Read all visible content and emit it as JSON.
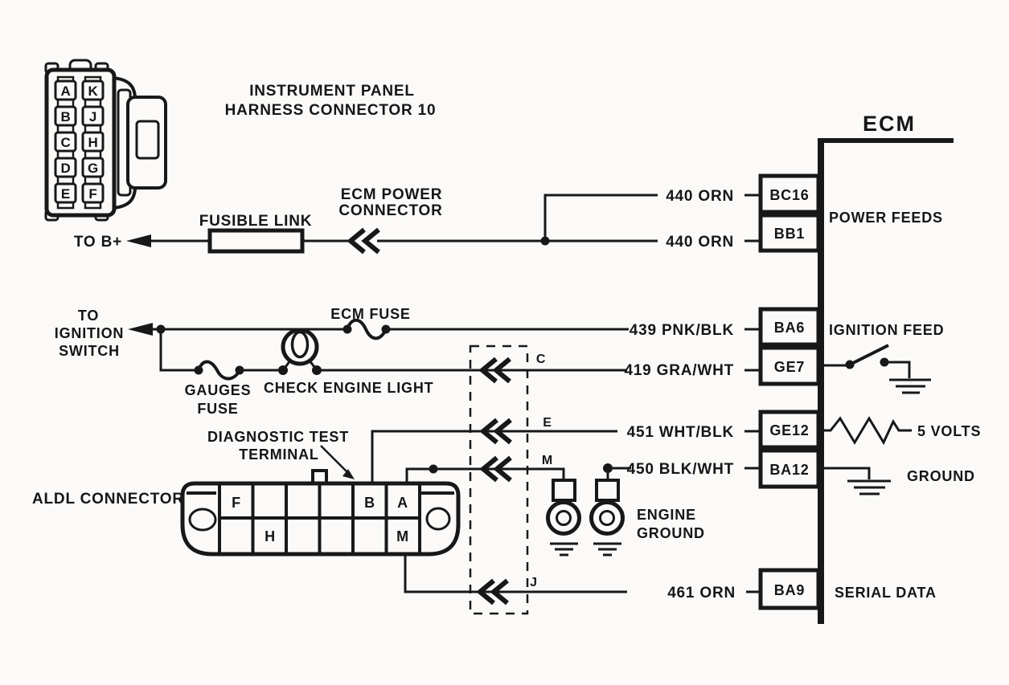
{
  "colors": {
    "ink": "#181818",
    "paper": "#fbfaf8"
  },
  "harness": {
    "title1": "INSTRUMENT PANEL",
    "title2": "HARNESS CONNECTOR 10",
    "left_pins": [
      "A",
      "B",
      "C",
      "D",
      "E"
    ],
    "right_pins": [
      "K",
      "J",
      "H",
      "G",
      "F"
    ]
  },
  "power_circuit": {
    "to_b": "TO B+",
    "fusible_link": "FUSIBLE LINK",
    "ecm_power_connector1": "ECM POWER",
    "ecm_power_connector2": "CONNECTOR"
  },
  "ignition_circuit": {
    "to1": "TO",
    "to2": "IGNITION",
    "to3": "SWITCH",
    "ecm_fuse": "ECM FUSE",
    "gauges1": "GAUGES",
    "gauges2": "FUSE",
    "check_engine_light": "CHECK ENGINE LIGHT"
  },
  "aldl": {
    "label": "ALDL CONNECTOR",
    "diag1": "DIAGNOSTIC TEST",
    "diag2": "TERMINAL",
    "pins": {
      "f": "F",
      "h": "H",
      "b": "B",
      "a": "A",
      "m": "M"
    }
  },
  "engine_ground": {
    "line1": "ENGINE",
    "line2": "GROUND"
  },
  "ecm": {
    "title": "ECM"
  },
  "rows": [
    {
      "wire": "440 ORN",
      "terminal": "BC16"
    },
    {
      "wire": "440 ORN",
      "terminal": "BB1",
      "function": "POWER FEEDS"
    },
    {
      "wire": "439 PNK/BLK",
      "terminal": "BA6",
      "function": "IGNITION FEED"
    },
    {
      "wire": "419 GRA/WHT",
      "terminal": "GE7",
      "pin": "C"
    },
    {
      "wire": "451 WHT/BLK",
      "terminal": "GE12",
      "pin": "E",
      "function": "5 VOLTS"
    },
    {
      "wire": "450 BLK/WHT",
      "terminal": "BA12",
      "pin": "M",
      "function": "GROUND"
    },
    {
      "wire": "461 ORN",
      "terminal": "BA9",
      "pin": "J",
      "function": "SERIAL DATA"
    }
  ]
}
